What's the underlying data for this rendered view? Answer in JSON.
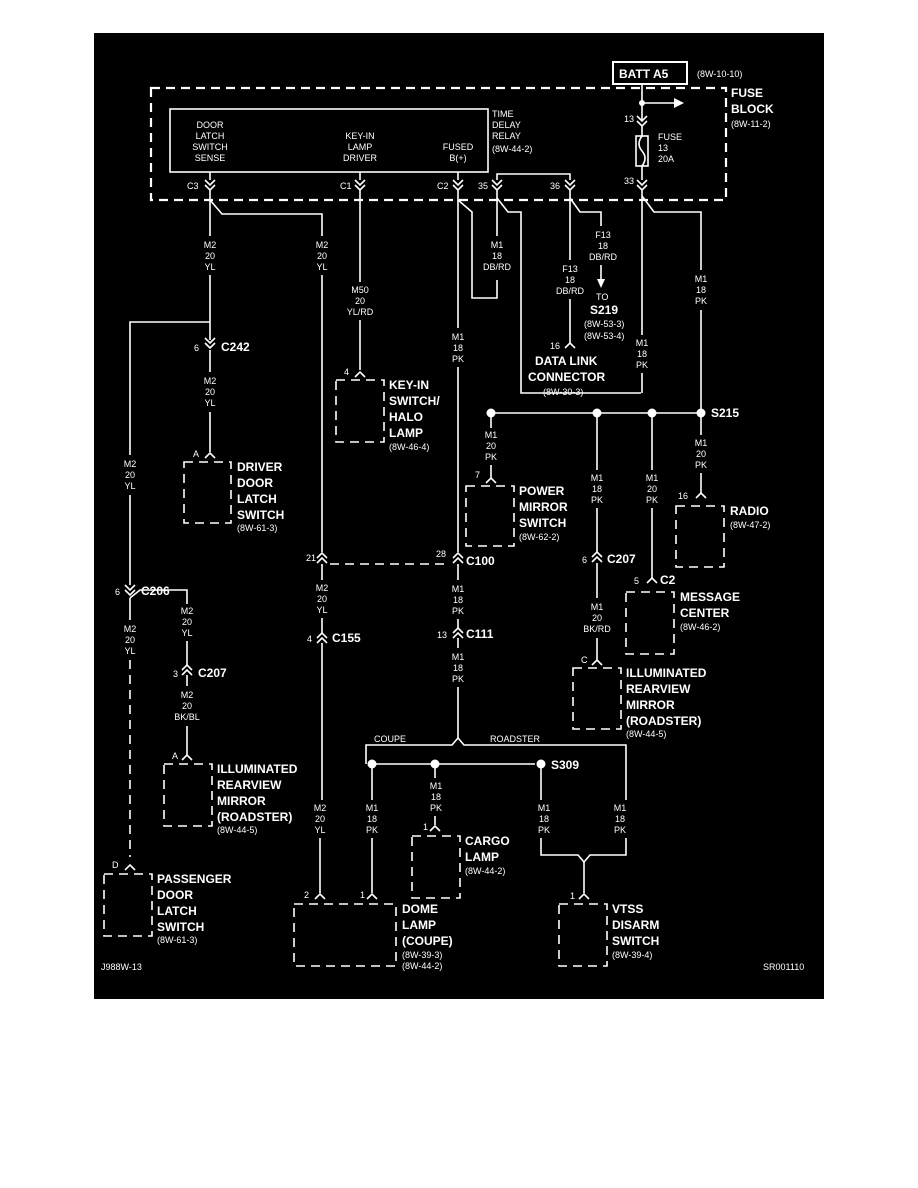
{
  "diagram": {
    "drawing_id": "J988W-13",
    "sheet_id": "SR001110"
  },
  "power": {
    "source": "BATT A5",
    "source_ref": "(8W-10-10)",
    "fuse_block": [
      "FUSE",
      "BLOCK"
    ],
    "fuse_block_ref": "(8W-11-2)",
    "fuse_in_pin": "13",
    "fuse_out_pin": "33",
    "fuse": [
      "FUSE",
      "13",
      "20A"
    ]
  },
  "relay": {
    "title": [
      "TIME",
      "DELAY",
      "RELAY"
    ],
    "ref": "(8W-44-2)",
    "latch_label": [
      "DOOR",
      "LATCH",
      "SWITCH",
      "SENSE"
    ],
    "keyin_label": [
      "KEY-IN",
      "LAMP",
      "DRIVER"
    ],
    "fused_label": [
      "FUSED",
      "B(+)"
    ],
    "pins": [
      "C3",
      "C1",
      "C2",
      "35",
      "36"
    ]
  },
  "wires": {
    "m2_20_yl": [
      "M2",
      "20",
      "YL"
    ],
    "m50_20_ylrd": [
      "M50",
      "20",
      "YL/RD"
    ],
    "m1_18_dbrd": [
      "M1",
      "18",
      "DB/RD"
    ],
    "f13_18_dbrd": [
      "F13",
      "18",
      "DB/RD"
    ],
    "m1_18_pk": [
      "M1",
      "18",
      "PK"
    ],
    "m1_20_pk": [
      "M1",
      "20",
      "PK"
    ],
    "m2_20_bkbl": [
      "M2",
      "20",
      "BK/BL"
    ],
    "m1_20_bkrd": [
      "M1",
      "20",
      "BK/RD"
    ]
  },
  "connectors": {
    "c242": "C242",
    "c242_pin": "6",
    "c206": "C206",
    "c206_pin": "6",
    "c207_left": "C207",
    "c207_left_pin": "3",
    "c100": "C100",
    "c100_pin_left": "21",
    "c100_pin_right": "28",
    "c155": "C155",
    "c155_pin": "4",
    "c111": "C111",
    "c111_pin": "13",
    "c207_right": "C207",
    "c207_right_pin": "6",
    "s215": "S215",
    "s309": "S309"
  },
  "to_s219": {
    "to": "TO",
    "splice": "S219",
    "refs": [
      "(8W-53-3)",
      "(8W-53-4)"
    ]
  },
  "options": {
    "coupe": "COUPE",
    "roadster": "ROADSTER"
  },
  "components": {
    "dlc": {
      "pin": "16",
      "label": [
        "DATA LINK",
        "CONNECTOR"
      ],
      "ref": "(8W-30-3)"
    },
    "keyin": {
      "pin": "4",
      "label": [
        "KEY-IN",
        "SWITCH/",
        "HALO",
        "LAMP"
      ],
      "ref": "(8W-46-4)"
    },
    "driver_latch": {
      "pin": "A",
      "label": [
        "DRIVER",
        "DOOR",
        "LATCH",
        "SWITCH"
      ],
      "ref": "(8W-61-3)"
    },
    "power_mirror": {
      "pin": "7",
      "label": [
        "POWER",
        "MIRROR",
        "SWITCH"
      ],
      "ref": "(8W-62-2)"
    },
    "radio": {
      "pin": "16",
      "label": [
        "RADIO"
      ],
      "ref": "(8W-47-2)"
    },
    "message_center": {
      "pin": "5",
      "conn": "C2",
      "label": [
        "MESSAGE",
        "CENTER"
      ],
      "ref": "(8W-46-2)"
    },
    "mirror_right": {
      "pin": "C",
      "label": [
        "ILLUMINATED",
        "REARVIEW",
        "MIRROR",
        "(ROADSTER)"
      ],
      "ref": "(8W-44-5)"
    },
    "mirror_left": {
      "pin": "A",
      "label": [
        "ILLUMINATED",
        "REARVIEW",
        "MIRROR",
        "(ROADSTER)"
      ],
      "ref": "(8W-44-5)"
    },
    "cargo_lamp": {
      "pin": "1",
      "label": [
        "CARGO",
        "LAMP"
      ],
      "ref": "(8W-44-2)"
    },
    "passenger_latch": {
      "pin": "D",
      "label": [
        "PASSENGER",
        "DOOR",
        "LATCH",
        "SWITCH"
      ],
      "ref": "(8W-61-3)"
    },
    "dome_lamp": {
      "pin_left": "2",
      "pin_right": "1",
      "label": [
        "DOME",
        "LAMP",
        "(COUPE)"
      ],
      "refs": [
        "(8W-39-3)",
        "(8W-44-2)"
      ]
    },
    "vtss": {
      "pin": "1",
      "label": [
        "VTSS",
        "DISARM",
        "SWITCH"
      ],
      "ref": "(8W-39-4)"
    }
  }
}
